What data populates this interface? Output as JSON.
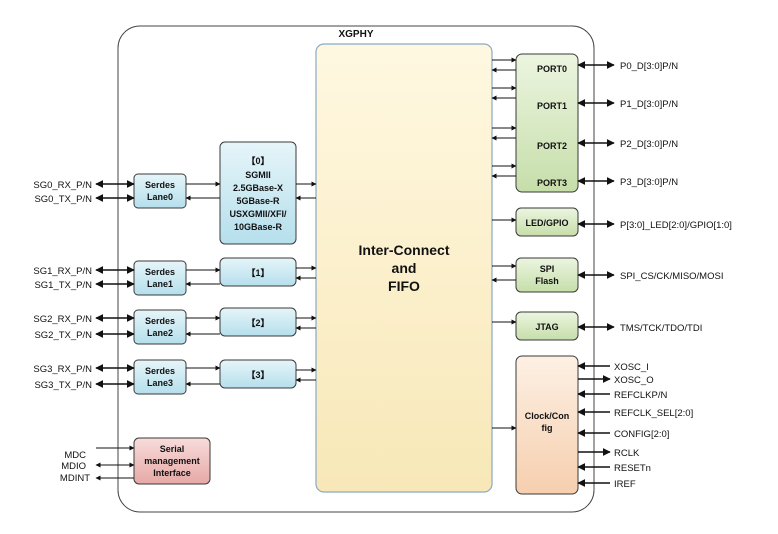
{
  "title": "XGPHY",
  "core": {
    "line1": "Inter-Connect",
    "line2": "and",
    "line3": "FIFO"
  },
  "serdes": [
    {
      "line1": "Serdes",
      "line2": "Lane0",
      "rx": "SG0_RX_P/N",
      "tx": "SG0_TX_P/N"
    },
    {
      "line1": "Serdes",
      "line2": "Lane1",
      "rx": "SG1_RX_P/N",
      "tx": "SG1_TX_P/N"
    },
    {
      "line1": "Serdes",
      "line2": "Lane2",
      "rx": "SG2_RX_P/N",
      "tx": "SG2_TX_P/N"
    },
    {
      "line1": "Serdes",
      "line2": "Lane3",
      "rx": "SG3_RX_P/N",
      "tx": "SG3_TX_P/N"
    }
  ],
  "pcs": {
    "p0": [
      "【0】",
      "SGMII",
      "2.5GBase-X",
      "5GBase-R",
      "USXGMII/XFI/",
      "10GBase-R"
    ],
    "p1": "【1】",
    "p2": "【2】",
    "p3": "【3】"
  },
  "smi": {
    "lines": [
      "Serial",
      "management",
      "Interface"
    ],
    "signals": [
      "MDC",
      "MDIO",
      "MDINT"
    ]
  },
  "ports": [
    {
      "label": "PORT0",
      "signal": "P0_D[3:0]P/N"
    },
    {
      "label": "PORT1",
      "signal": "P1_D[3:0]P/N"
    },
    {
      "label": "PORT2",
      "signal": "P2_D[3:0]P/N"
    },
    {
      "label": "PORT3",
      "signal": "P3_D[3:0]P/N"
    }
  ],
  "led": {
    "label": "LED/GPIO",
    "signal": "P[3:0]_LED[2:0]/GPIO[1:0]"
  },
  "spi": {
    "line1": "SPI",
    "line2": "Flash",
    "signal": "SPI_CS/CK/MISO/MOSI"
  },
  "jtag": {
    "label": "JTAG",
    "signal": "TMS/TCK/TDO/TDI"
  },
  "clock": {
    "line1": "Clock/Con",
    "line2": "fig",
    "signals": [
      "XOSC_I",
      "XOSC_O",
      "REFCLKP/N",
      "REFCLK_SEL[2:0]",
      "CONFIG[2:0]",
      "RCLK",
      "RESETn",
      "IREF"
    ]
  },
  "colors": {
    "serdes_fill": "#c9e9f2",
    "pcs_fill": "#c7e6f1",
    "core_fill": "#fcf2cf",
    "port_fill": "#dcecc8",
    "clock_fill": "#fbe1cc",
    "smi_fill": "#f1c6c4",
    "border": "#3a3a3a"
  }
}
